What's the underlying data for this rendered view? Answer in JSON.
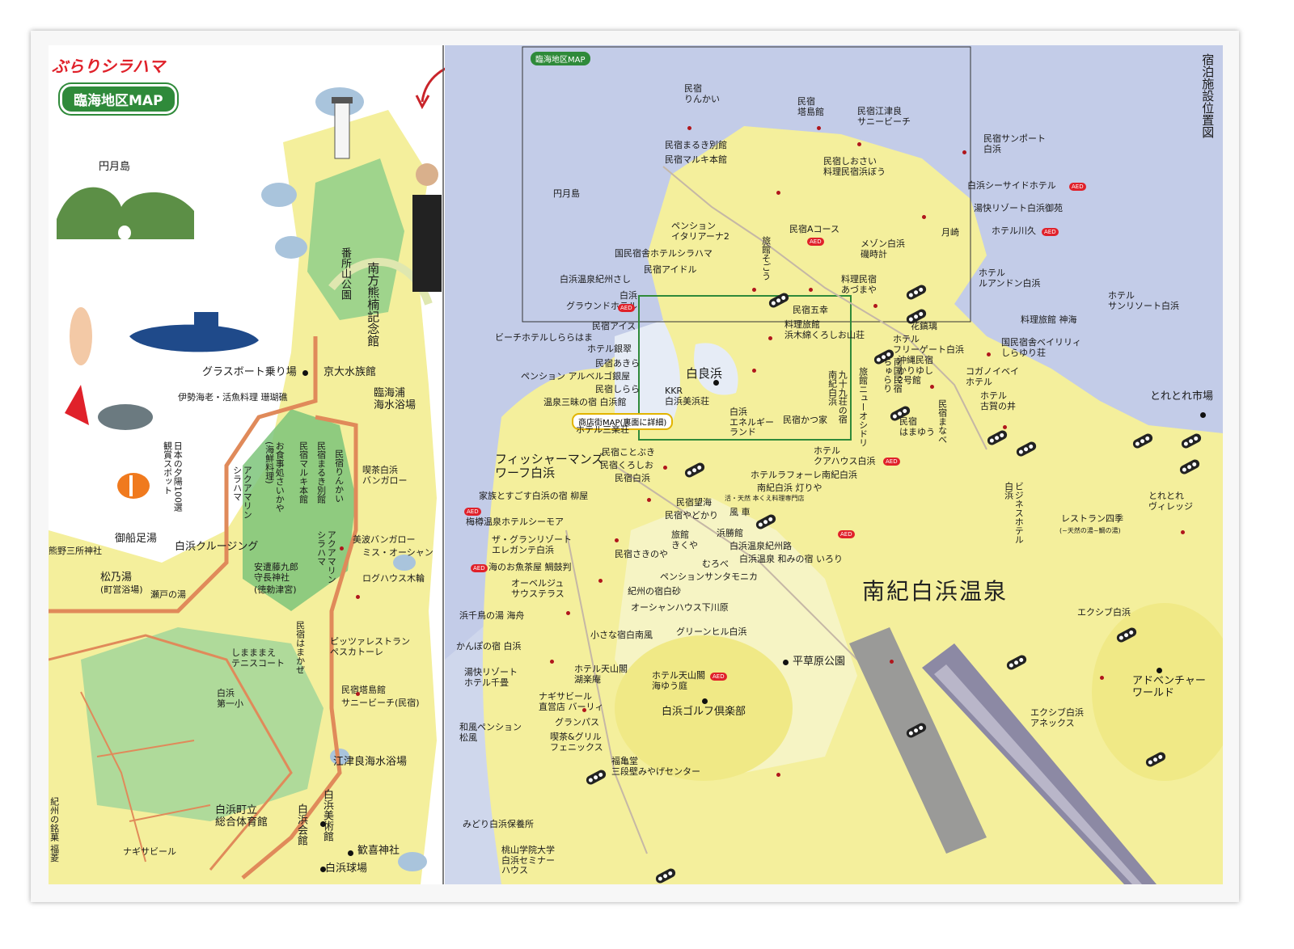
{
  "left": {
    "brand": "ぶらりシラハマ",
    "title": "臨海地区MAP",
    "labels": {
      "engetsu": "円月島",
      "banshoyama": "番所山公園",
      "minakata": "南方熊楠記念館",
      "glassboat": "グラスボート乗り場",
      "kyodai": "京大水族館",
      "rinkai": "臨海浦\n海水浴場",
      "sangoshou": "伊勢海老・活魚料理 珊瑚礁",
      "yuhi": "日本の夕陽100選\n観賞スポット",
      "osakanaya": "お食事処さいかや\n(海鮮料理)",
      "marukihonkan": "民宿マルキ本館",
      "marukibekkan": "民宿まるき別館",
      "ringkai": "民宿りんかい",
      "aquamarine": "アクアマリン\nシラハマ",
      "aquamarine2": "アクアマリン\nシラハマ",
      "kissa": "喫茶白浜\nバンガロー",
      "mihama": "美波バンガロー",
      "missocean": "ミス・オーシャン",
      "loghouse": "ログハウス木輪",
      "gosenashi": "御船足湯",
      "kumano": "熊野三所神社",
      "matsunoyu": "松乃湯",
      "matsunoyu_sub": "(町営浴場)",
      "setonoyu": "瀬戸の湯",
      "cruising": "白浜クルージング",
      "anshin": "安遭藤九郎\n守長神社",
      "anshin_sub": "(徳勅津宮)",
      "pizza": "ピッツァレストラン\nペスカトーレ",
      "hamakaze": "民宿はまかぜ",
      "shimamae": "しまままえ\nテニスコート",
      "daiichi": "白浜\n第一小",
      "touban": "民宿塔島館",
      "sunny": "サニービーチ(民宿)",
      "etsura": "江津良海水浴場",
      "taiikukan": "白浜町立\n総合体育館",
      "bijutsukan": "白浜美術館",
      "kaikan": "白浜会館",
      "kankijinja": "歓喜神社",
      "kyujo": "白浜球場",
      "nagisa": "ナギサビール",
      "kishu": "紀州の銘菓 福菱"
    }
  },
  "right": {
    "inset_badge": "臨海地区MAP",
    "shop_map": "商店街MAP(裏面に詳細)",
    "main_area": "南紀白浜温泉",
    "side_title": "宿泊施設位置図",
    "labels": {
      "rinkai_minshuku": "民宿\nりんかい",
      "tobankan": "民宿\n塔島館",
      "etsura_sunny": "民宿江津良\nサニービーチ",
      "sunport": "民宿サンポート\n白浜",
      "marukibetsukan": "民宿まるき別館",
      "marukihonkan": "民宿マルキ本館",
      "shiosai": "民宿しおさい\n料理民宿浜ぼう",
      "seaside": "白浜シーサイドホテル",
      "engetsu2": "円月島",
      "yukai_gosho": "湯快リゾート白浜御苑",
      "kawakyu": "ホテル川久",
      "italiana": "ペンション\nイタリアーナ2",
      "acourse": "民宿Aコース",
      "mezon": "メゾン白浜\n磯時計",
      "tsukizaki": "月崎",
      "kokumin": "国民宿舎ホテルシラハマ",
      "idol": "民宿アイドル",
      "ryokan_sokou": "旅館そごう",
      "ryori_azumaya": "料理民宿\nあづまや",
      "rlandon": "ホテル\nルアンドン白浜",
      "sunresort": "ホテル\nサンリソート白浜",
      "kishusashi": "白浜温泉紀州さし",
      "grand": "白浜\nグラウンドホテル",
      "gokou": "民宿五幸",
      "kurashio": "料理旅館\n浜木綿くろしお山荘",
      "kachoushi": "花鎬璃",
      "shinsui": "料理旅館 神海",
      "ice": "民宿アイス",
      "shirara_beach": "ビーチホテルしららはま",
      "ginza": "ホテル銀翠",
      "akira": "民宿あきら",
      "albergo": "ペンション アルベルゴ銀屋",
      "shirara": "民宿しらら",
      "mitsubishi": "温泉三昧の宿 白浜館",
      "frigate": "ホテル\nフリーゲート白浜",
      "okinawa": "沖縄民宿\nかりゆし\n2号館",
      "kokumin_bayiliy": "国民宿舎ベイリリィ\nしらゆり荘",
      "shirarahama": "白良浜",
      "kkr": "KKR\n白浜美浜荘",
      "energy": "白浜\nエネルギー\nランド",
      "katsuya": "民宿かつ家",
      "kujuku": "九十九荘の宿\n南紀白浜",
      "nankoku": "南国民宿\nちゅらり",
      "ryokan_new": "旅館ニューオシドリ",
      "koganoi": "コガノイベイ\nホテル",
      "kohaku": "ホテル\n古賀の井",
      "hamayu": "民宿\nはまゆう",
      "mamanabe": "民宿まなべ",
      "toreto_ichiba": "とれとれ市場",
      "sanraku": "ホテル三楽荘",
      "fisherman": "フィッシャーマンズ\nワーフ白浜",
      "kotobuki": "民宿ことぶき",
      "kuroshio": "民宿くろしお",
      "minshuku_shirahama": "民宿白浜",
      "kuahaus": "ホテル\nクアハウス白浜",
      "laforet": "ホテルラフォーレ南紀白浜",
      "akariya": "南紀白浜 灯りや",
      "sugosu": "家族とすごす白浜の宿 柳屋",
      "seamoa": "梅樽温泉ホテルシーモア",
      "bozumi": "民宿望海",
      "yadogari": "民宿やどかり",
      "katsu_ten": "活・天然 本くえ料理専門店",
      "fuguruma": "風 車",
      "business": "ビジネスホテル\n白浜",
      "toreto_village": "とれとれ\nヴィレッジ",
      "grandresort": "ザ・グランリゾート\nエレガンテ白浜",
      "kiyaku": "旅館\nきくや",
      "hamasho": "浜勝館",
      "kishuji": "白浜温泉紀州路",
      "iroha": "白浜温泉 和みの宿 いろり",
      "sakinoya": "民宿さきのや",
      "murobe": "むろべ",
      "santamonica": "ペンションサンタモニカ",
      "shiki": "レストラン四季",
      "shiki_sub": "(~天然の湯~鯛の湯)",
      "osakana": "海のお魚茶屋 鯛鼓判",
      "auberge": "オーベルジュ\nサウステラス",
      "kishu_shirasuna": "紀州の宿白砂",
      "shimokawara": "オーシャンハウス下川原",
      "hamachidori": "浜千鳥の湯 海舟",
      "chisana": "小さな宿白南風",
      "greenhill": "グリーンヒル白浜",
      "kanpo": "かんぽの宿 白浜",
      "hirakusa": "平草原公園",
      "exiv": "エクシブ白浜",
      "adventure": "アドベンチャー\nワールド",
      "yukai_chijou": "湯快リゾート\nホテル千畳",
      "tenzankaku": "ホテル天山閣\n湖楽庵",
      "tenzankaku2": "ホテル天山閣\n海ゆう庭",
      "golf": "白浜ゴルフ倶楽部",
      "nagisa_barley": "ナギサビール\n直営店 バーリィ",
      "granpas": "グランパス",
      "wafu": "和風ペンション\n松風",
      "phoenix": "喫茶&グリル\nフェニックス",
      "fukukame": "福亀堂\n三段壁みやげセンター",
      "exiv_annex": "エクシブ白浜\nアネックス",
      "midori": "みどり白浜保養所",
      "momoyama": "桃山学院大学\n白浜セミナー\nハウス"
    }
  },
  "colors": {
    "sea": "#a9c4dc",
    "land_yellow": "#f4ef9c",
    "hill_green": "#8fcf8a",
    "road": "#e08a5a",
    "minshuku_dot": "#b0161c",
    "inset_frame": "#2f8a3a"
  }
}
